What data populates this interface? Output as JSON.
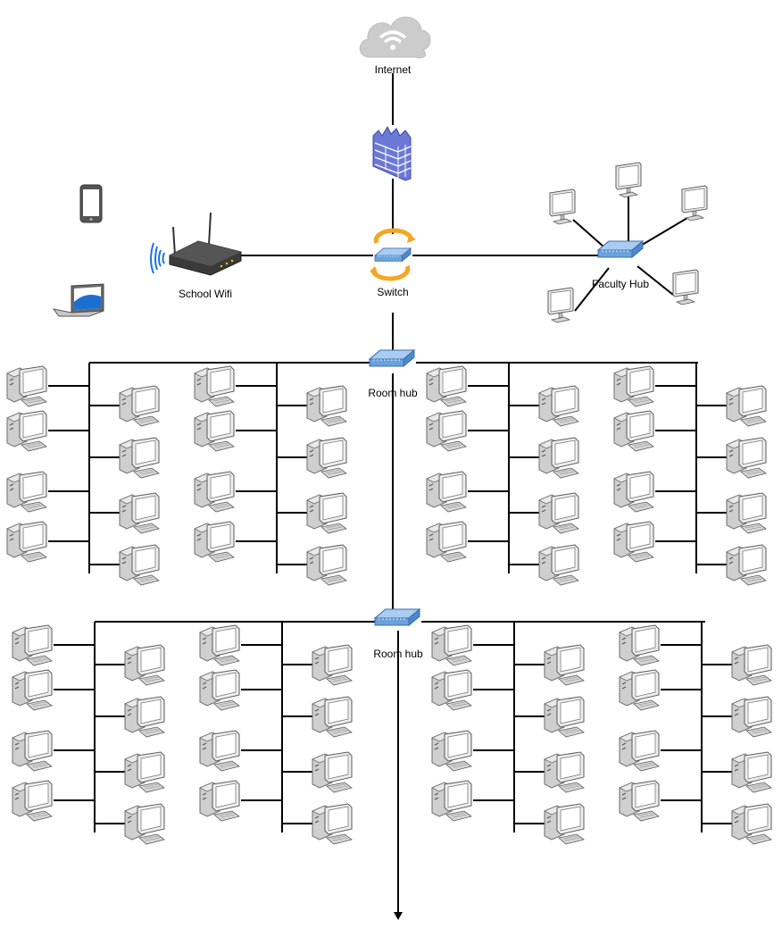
{
  "labels": {
    "internet": "Internet",
    "wifi": "School Wifi",
    "switch": "Switch",
    "faculty_hub": "Faculty Hub",
    "room_hub_1": "Room hub",
    "room_hub_2": "Room hub"
  },
  "icons": {
    "internet": "cloud-wifi-icon",
    "firewall": "firewall-icon",
    "wifi": "wireless-router-icon",
    "switch": "network-switch-icon",
    "hub": "network-hub-icon",
    "phone": "smartphone-icon",
    "laptop": "laptop-icon",
    "computer": "desktop-computer-icon"
  },
  "colors": {
    "line": "#000000",
    "hub_blue": "#7fb3e8",
    "firewall_blue": "#6b78d6",
    "switch_orange": "#f5a623",
    "wifi_signal": "#1a73e8",
    "cloud_gray": "#cccccc"
  }
}
